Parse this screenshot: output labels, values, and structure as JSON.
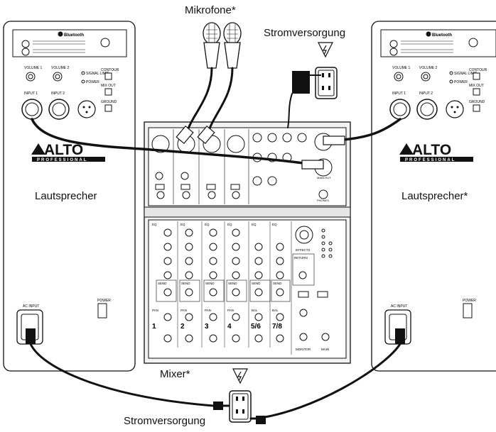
{
  "labels": {
    "microphones": "Mikrofone*",
    "power_top": "Stromversorgung",
    "power_bottom": "Stromversorgung",
    "speaker_left": "Lautsprecher",
    "speaker_right": "Lautsprecher*",
    "mixer": "Mixer*"
  },
  "speaker": {
    "brand": "ALTO",
    "brand_sub": "PROFESSIONAL",
    "bluetooth": "Bluetooth",
    "volume1": "VOLUME 1",
    "volume2": "VOLUME 2",
    "input1": "INPUT 1",
    "input2": "INPUT 2",
    "signal_limit": "SIGNAL LIMIT",
    "power_led": "POWER",
    "contour": "CONTOUR",
    "mix_out": "MIX OUT",
    "ground": "GROUND",
    "ac_input": "AC INPUT",
    "power_switch": "POWER"
  },
  "mixer": {
    "channels": [
      "1",
      "2",
      "3",
      "4",
      "5/6",
      "7/8"
    ],
    "eq": "EQ",
    "send": "SEND",
    "pan": "PAN",
    "bal": "BAL",
    "effects": "EFFECTS",
    "return": "RETURN",
    "monitor": "MONITOR",
    "main": "MAIN",
    "main_out": "MAIN OUT",
    "phones": "PHONES"
  },
  "colors": {
    "line": "#111111",
    "panel_fill": "#ffffff",
    "mixer_fill": "#f2f2f2"
  }
}
